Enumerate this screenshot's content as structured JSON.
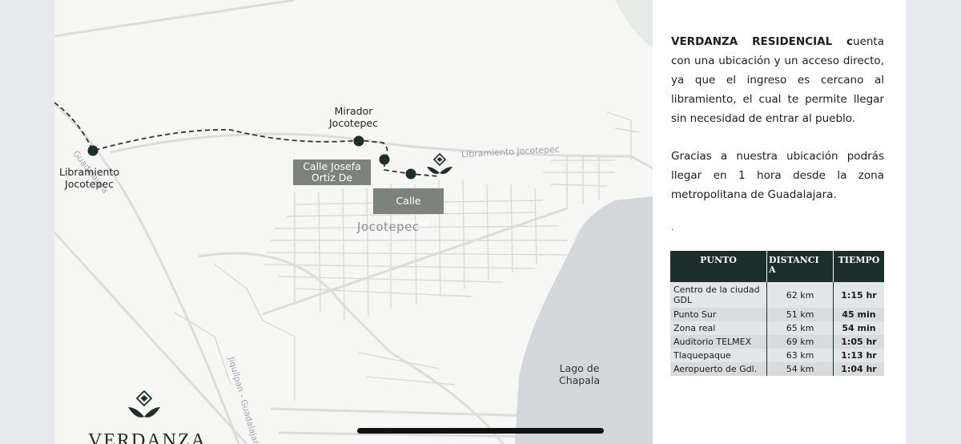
{
  "map": {
    "labels": {
      "libramiento": "Libramiento\nJocotepec",
      "mirador": "Mirador\nJocotepec",
      "calle_josefa": "Calle Josefa\nOrtiz De",
      "calle_libertad": "Calle Libertad",
      "town": "Jocotepec",
      "lake": "Lago de\nChapala",
      "road_libramiento": "Libramiento Jocotepec",
      "road_guadalajara": "Guadalajara",
      "road_jiquilpan": "Jiquilpan - Guadalajara"
    },
    "brand": "VERDANZA",
    "accent": "#1c2f2a"
  },
  "panel": {
    "intro_bold": "VERDANZA RESIDENCIAL c",
    "intro_rest": "uenta con una ubicación y un acceso directo, ya que el ingreso es cercano al libramiento, el cual te permite llegar sin necesidad de entrar al pueblo.",
    "second": "Gracias a nuestra ubicación podrás llegar en 1 hora desde la zona metropolitana de Guadalajara.",
    "dot": ".",
    "table": {
      "headers": [
        "PUNTO",
        "DISTANCI\nA",
        "TIEMPO"
      ],
      "rows": [
        [
          "Centro de la ciudad GDL",
          "62 km",
          "1:15 hr"
        ],
        [
          "Punto Sur",
          "51 km",
          "45 min"
        ],
        [
          "Zona real",
          "65 km",
          "54 min"
        ],
        [
          "Auditorio TELMEX",
          "69 km",
          "1:05 hr"
        ],
        [
          "Tlaquepaque",
          "63 km",
          "1:13 hr"
        ],
        [
          "Aeropuerto de Gdl.",
          "54 km",
          "1:04 hr"
        ]
      ]
    }
  }
}
